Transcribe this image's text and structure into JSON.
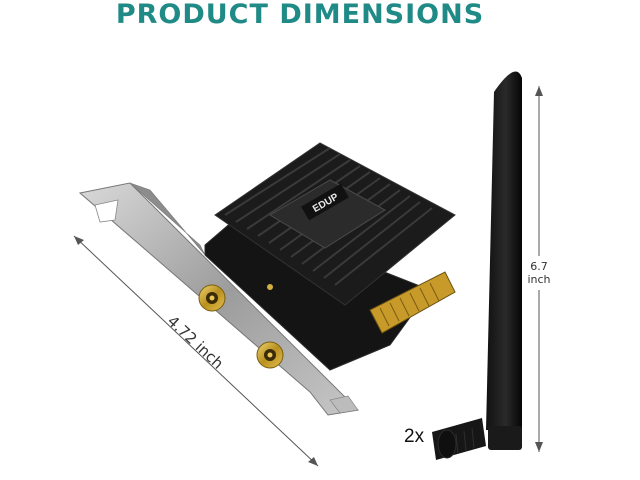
{
  "header": {
    "title": "PRODUCT DIMENSIONS"
  },
  "card": {
    "brand_label": "EDUP"
  },
  "dimensions": {
    "bracket_length": "4.72 inch",
    "antenna_height_value": "6.7",
    "antenna_height_unit": "inch"
  },
  "antenna": {
    "quantity_label": "2x"
  },
  "colors": {
    "title": "#1f8a86",
    "heatsink": "#1b1b1b",
    "bracket": "#a9a9a9",
    "connector": "#c9a227"
  }
}
